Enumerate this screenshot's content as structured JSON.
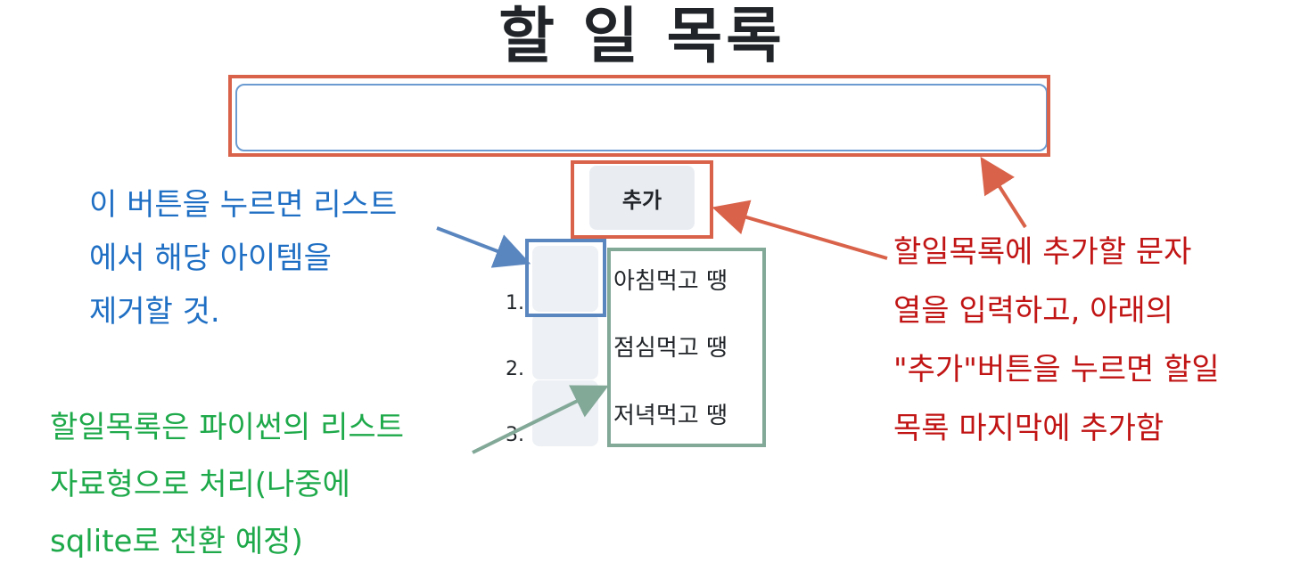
{
  "title": "할 일 목록",
  "input": {
    "value": "",
    "placeholder": ""
  },
  "add_button_label": "추가",
  "todos": [
    {
      "number": "1.",
      "text": "아침먹고 땡"
    },
    {
      "number": "2.",
      "text": "점심먹고 땡"
    },
    {
      "number": "3.",
      "text": "저녁먹고 땡"
    }
  ],
  "annotations": {
    "blue": "이 버튼을 누르면 리스트\n에서 해당 아이템을\n제거할 것.",
    "red": "할일목록에 추가할 문자\n열을 입력하고, 아래의\n\"추가\"버튼을 누르면 할일\n목록 마지막에 추가함",
    "green": "할일목록은 파이썬의 리스트\n자료형으로 처리(나중에\nsqlite로 전환 예정)"
  },
  "colors": {
    "input_box": "#d9634a",
    "delete_box": "#5a86bf",
    "list_box": "#82a898",
    "blue_note": "#1f6fc4",
    "red_note": "#c11414",
    "green_note": "#1ea94a"
  }
}
